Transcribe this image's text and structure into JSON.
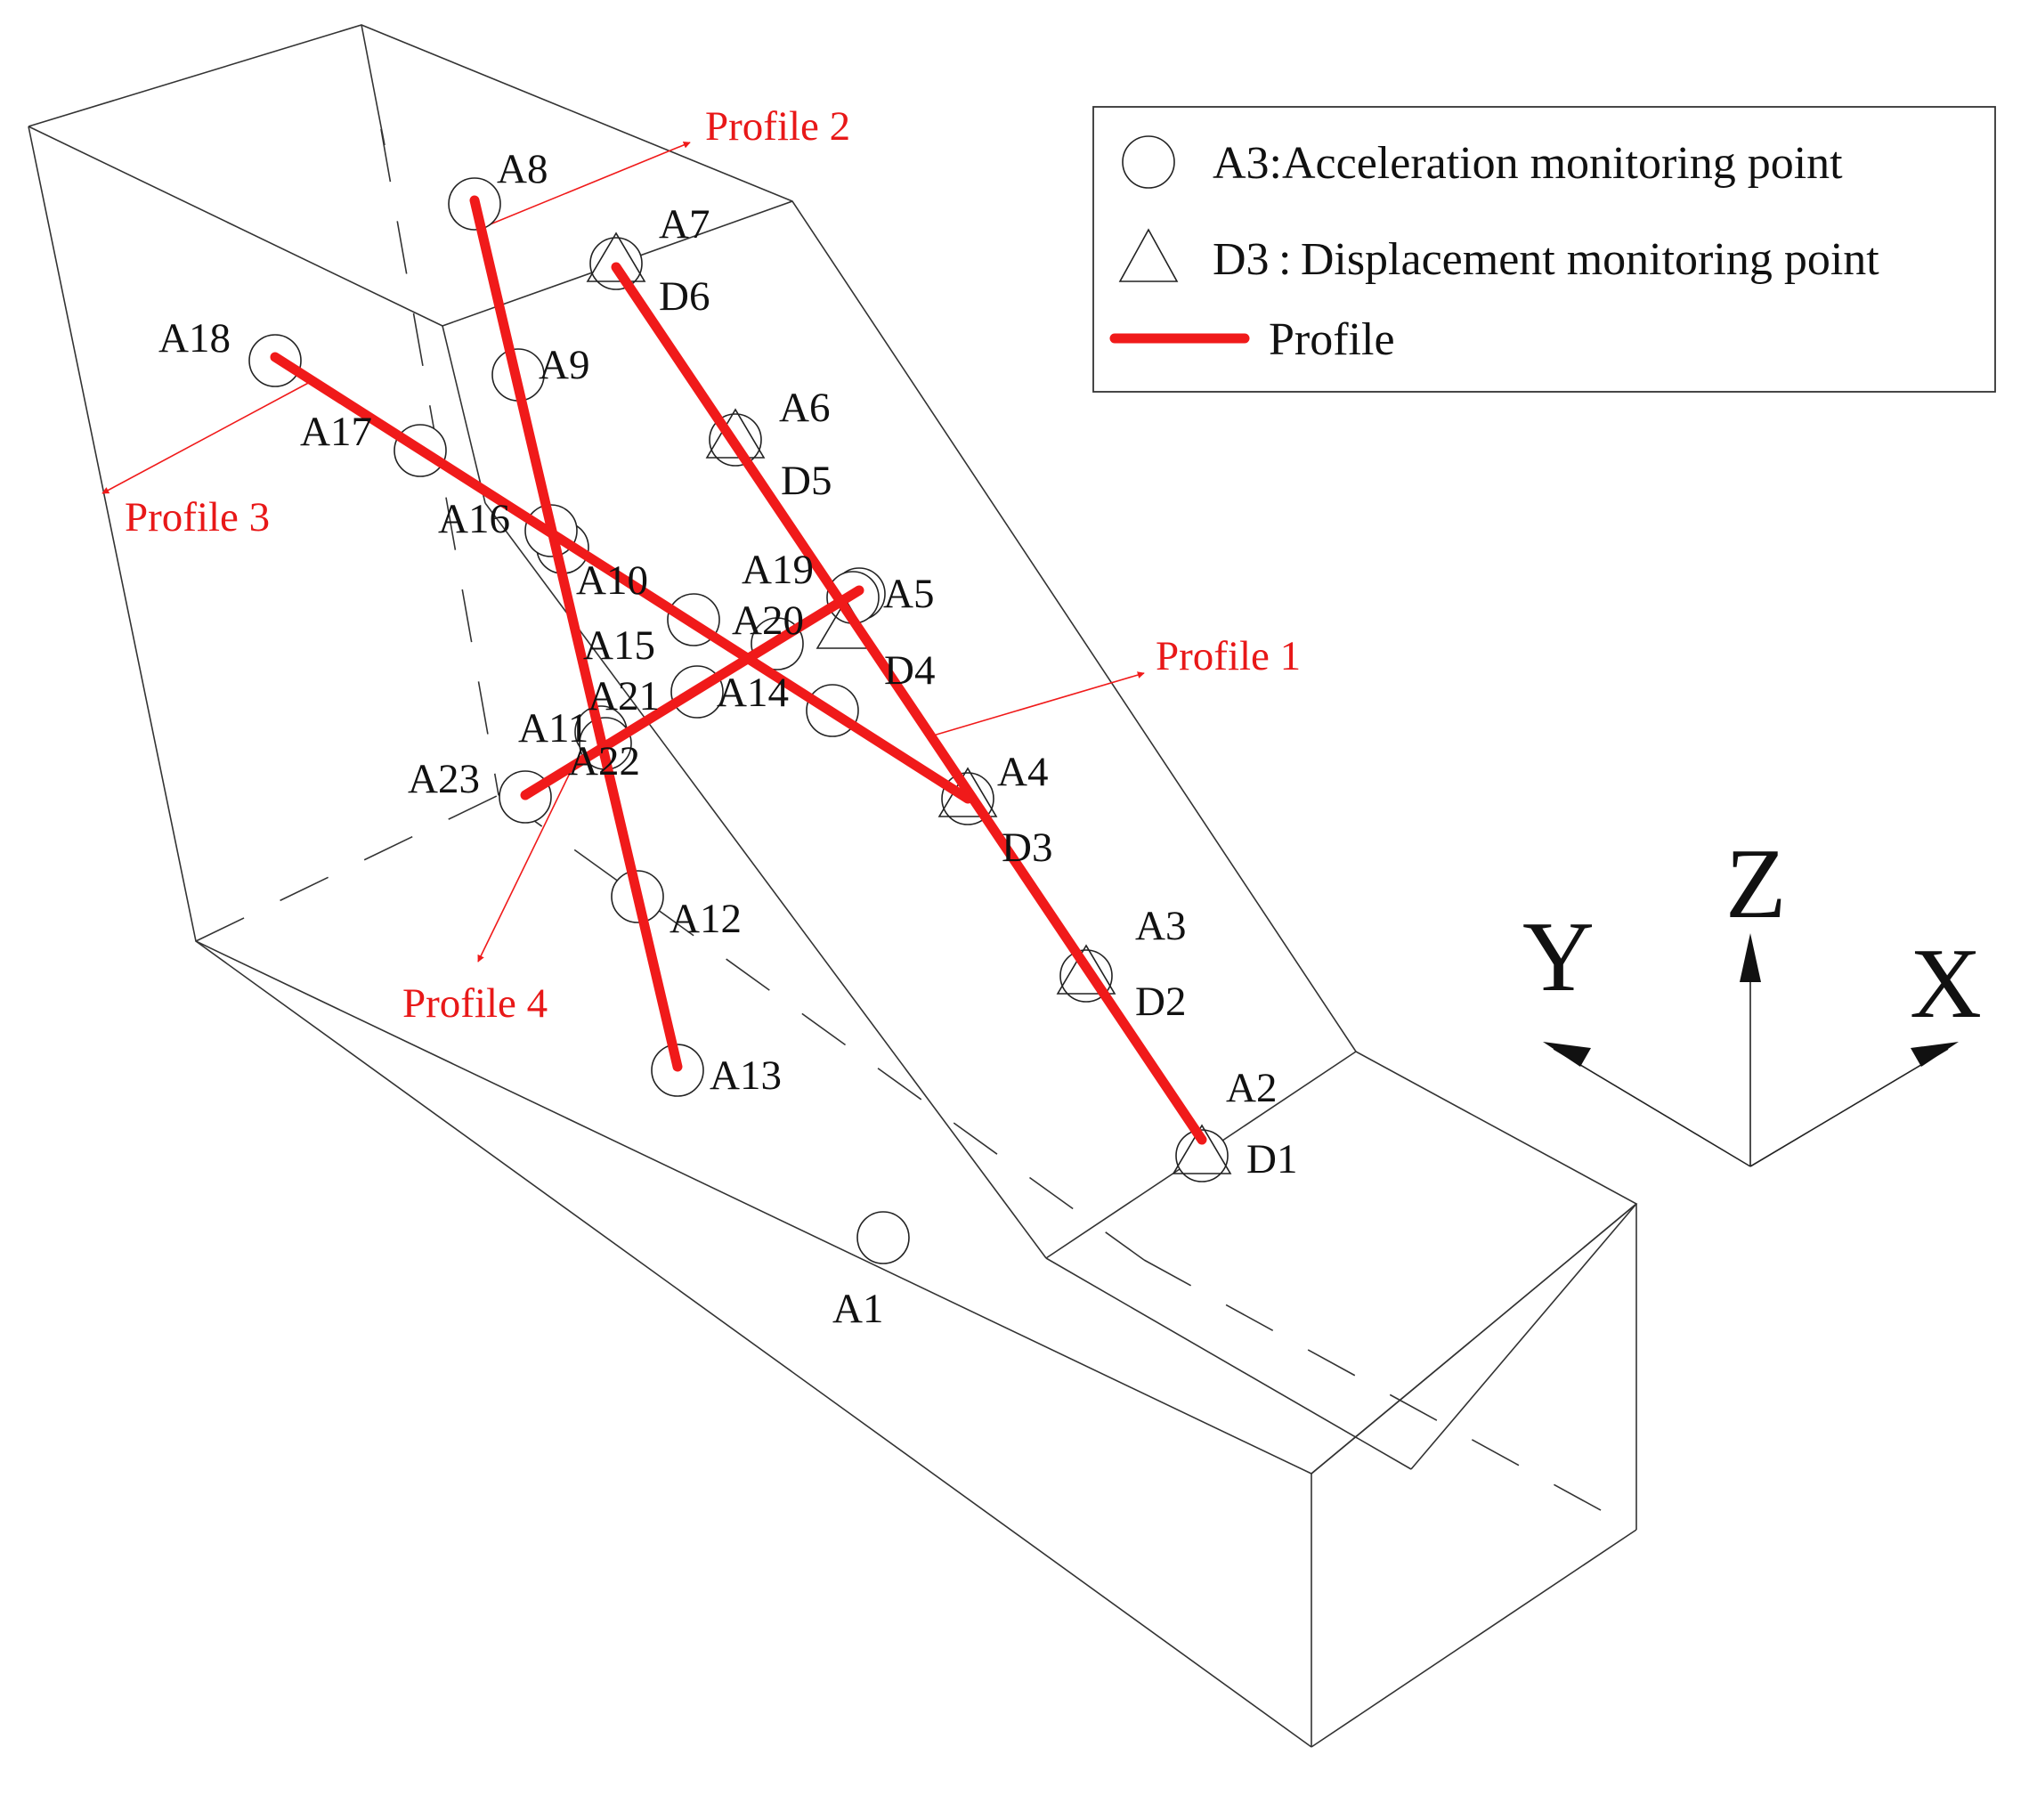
{
  "legend": {
    "acceleration_label": "A3:Acceleration monitoring point",
    "displacement_label": "D3 : Displacement monitoring point",
    "profile_label": "Profile"
  },
  "profiles": [
    {
      "id": "p1",
      "label": "Profile 1"
    },
    {
      "id": "p2",
      "label": "Profile 2"
    },
    {
      "id": "p3",
      "label": "Profile 3"
    },
    {
      "id": "p4",
      "label": "Profile 4"
    }
  ],
  "acceleration_points": [
    "A1",
    "A2",
    "A3",
    "A4",
    "A5",
    "A6",
    "A7",
    "A8",
    "A9",
    "A10",
    "A11",
    "A12",
    "A13",
    "A14",
    "A15",
    "A16",
    "A17",
    "A18",
    "A19",
    "A20",
    "A21",
    "A22",
    "A23"
  ],
  "displacement_points": [
    "D1",
    "D2",
    "D3",
    "D4",
    "D5",
    "D6"
  ],
  "axes": {
    "x": "X",
    "y": "Y",
    "z": "Z"
  },
  "colors": {
    "profile": "#f01a1a",
    "line": "#333333",
    "background": "#ffffff"
  }
}
